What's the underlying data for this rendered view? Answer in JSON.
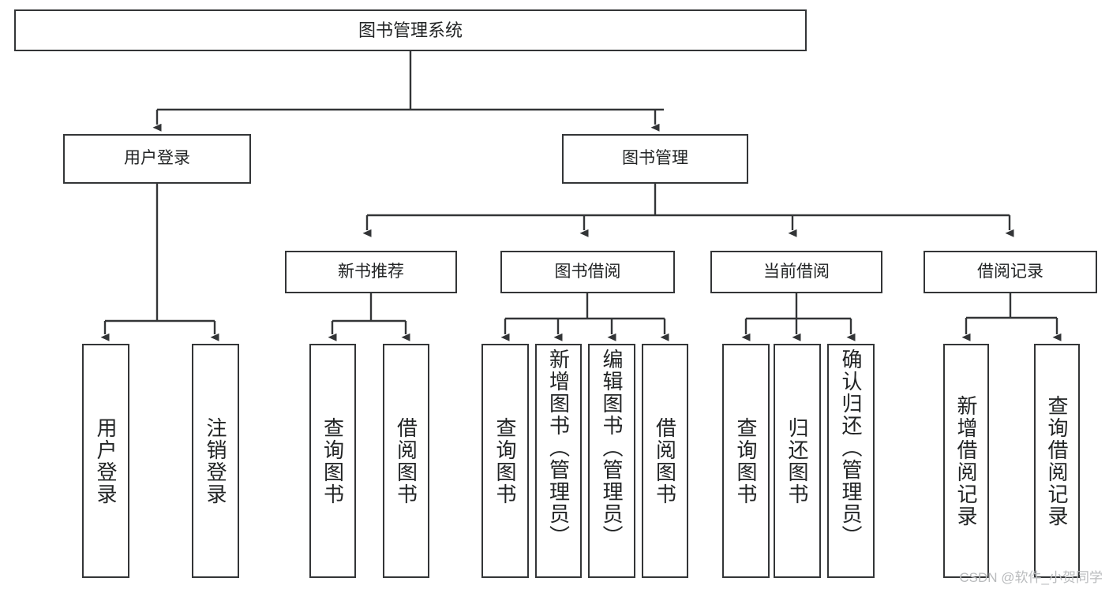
{
  "diagram": {
    "title": "图书管理系统",
    "type": "hierarchy-tree",
    "watermark": "CSDN @软件_小贺同学",
    "colors": {
      "border": "#333537",
      "text": "#222425",
      "background": "#ffffff",
      "watermark": "#b9bbbd"
    },
    "levels": {
      "root": {
        "label": "图书管理系统"
      },
      "level2": [
        {
          "label": "用户登录"
        },
        {
          "label": "图书管理"
        }
      ],
      "level3": [
        {
          "label": "新书推荐"
        },
        {
          "label": "图书借阅"
        },
        {
          "label": "当前借阅"
        },
        {
          "label": "借阅记录"
        }
      ],
      "leaves_user_login": [
        {
          "label": "用户登录"
        },
        {
          "label": "注销登录"
        }
      ],
      "leaves_new_book": [
        {
          "label": "查询图书"
        },
        {
          "label": "借阅图书"
        }
      ],
      "leaves_borrow": [
        {
          "label": "查询图书"
        },
        {
          "label": "新增图书（管理员）"
        },
        {
          "label": "编辑图书（管理员）"
        },
        {
          "label": "借阅图书"
        }
      ],
      "leaves_current": [
        {
          "label": "查询图书"
        },
        {
          "label": "归还图书"
        },
        {
          "label": "确认归还（管理员）"
        }
      ],
      "leaves_records": [
        {
          "label": "新增借阅记录"
        },
        {
          "label": "查询借阅记录"
        }
      ]
    }
  }
}
